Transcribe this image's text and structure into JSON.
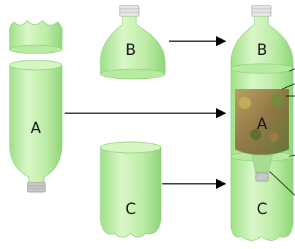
{
  "labels": {
    "part_a": "A",
    "part_b": "B",
    "part_c": "C",
    "assembled_a": "A",
    "assembled_b": "B",
    "assembled_c": "C"
  },
  "colors": {
    "plastic": "#c9f0b0",
    "plastic_dark": "#7fcf6a",
    "outline": "#9bd98a",
    "cap": "#d9d9d9",
    "arrow": "#000000",
    "soil_brown": "#8a6a3a",
    "leaf_green": "#6f8f3a"
  }
}
